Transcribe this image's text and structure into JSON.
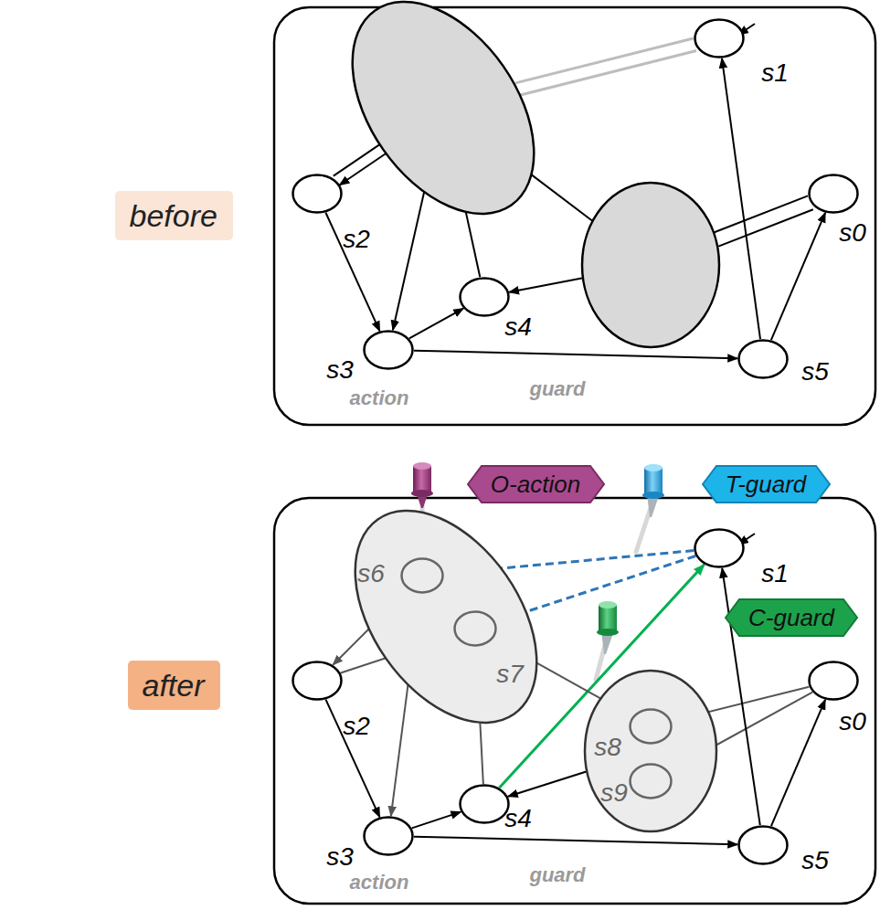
{
  "diagram": {
    "nodes": [
      {
        "text": [
          "before"
        ]
      },
      {
        "text": [
          "after"
        ]
      },
      {
        "text": [
          "s1"
        ]
      },
      {
        "text": []
      },
      {
        "text": [
          "s2"
        ]
      },
      {
        "text": [
          "s0"
        ]
      },
      {
        "text": []
      },
      {
        "text": [
          "s4"
        ]
      },
      {
        "text": [
          "s3"
        ]
      },
      {
        "text": [
          "s5"
        ]
      },
      {
        "text": [
          "O-action"
        ]
      },
      {
        "text": [
          "T-guard"
        ]
      },
      {
        "text": [
          "s1"
        ]
      },
      {
        "text": []
      },
      {
        "text": [
          "s6"
        ],
        "in": 13
      },
      {
        "text": [
          "s7"
        ],
        "in": 13
      },
      {
        "text": [
          "s2"
        ]
      },
      {
        "text": [
          "C-guard"
        ]
      },
      {
        "text": [
          "s0"
        ]
      },
      {
        "text": []
      },
      {
        "text": [
          "s8"
        ],
        "in": 19
      },
      {
        "text": [
          "s9"
        ],
        "in": 19
      },
      {
        "text": [
          "s4"
        ]
      },
      {
        "text": [
          "s3"
        ]
      },
      {
        "text": [
          "s5"
        ]
      }
    ],
    "edges": [
      {
        "from": 3,
        "to": 2,
        "arrow": "none"
      },
      {
        "from": 3,
        "to": 2,
        "arrow": "none"
      },
      {
        "from": 3,
        "to": 4,
        "arrow": "to"
      },
      {
        "from": 4,
        "to": 3,
        "arrow": "none"
      },
      {
        "from": 4,
        "to": 8,
        "arrow": "to"
      },
      {
        "from": 3,
        "to": 8,
        "arrow": "to"
      },
      {
        "from": 3,
        "to": 7,
        "arrow": "none"
      },
      {
        "from": 8,
        "to": 7,
        "arrow": "to"
      },
      {
        "from": 8,
        "to": 9,
        "arrow": "to"
      },
      {
        "from": 6,
        "to": 7,
        "arrow": "to"
      },
      {
        "from": 6,
        "to": 5,
        "arrow": "none"
      },
      {
        "from": 6,
        "to": 5,
        "arrow": "none"
      },
      {
        "from": 9,
        "to": 5,
        "arrow": "to"
      },
      {
        "from": 9,
        "to": 2,
        "arrow": "to"
      },
      {
        "from": 3,
        "to": 6,
        "arrow": "none"
      },
      {
        "from": 12,
        "to": 14,
        "arrow": "to"
      },
      {
        "from": 12,
        "to": 15,
        "arrow": "to"
      },
      {
        "from": 22,
        "to": 12,
        "arrow": "to"
      },
      {
        "from": 14,
        "to": 16,
        "arrow": "to"
      },
      {
        "from": 16,
        "to": 15,
        "arrow": "to"
      },
      {
        "from": 14,
        "to": 23,
        "arrow": "to"
      },
      {
        "from": 15,
        "to": 14,
        "arrow": "to"
      },
      {
        "from": 22,
        "to": 15,
        "arrow": "to"
      },
      {
        "from": 15,
        "to": 20,
        "arrow": "to"
      },
      {
        "from": 20,
        "to": 18,
        "arrow": "none"
      },
      {
        "from": 18,
        "to": 21,
        "arrow": "to"
      },
      {
        "from": 16,
        "to": 23,
        "arrow": "to"
      },
      {
        "from": 23,
        "to": 22,
        "arrow": "to"
      },
      {
        "from": 23,
        "to": 24,
        "arrow": "to"
      },
      {
        "from": 19,
        "to": 22,
        "arrow": "to"
      },
      {
        "from": 24,
        "to": 18,
        "arrow": "to"
      },
      {
        "from": 24,
        "to": 12,
        "arrow": "to"
      }
    ],
    "labels": [
      "action",
      "guard",
      "action",
      "guard"
    ]
  }
}
